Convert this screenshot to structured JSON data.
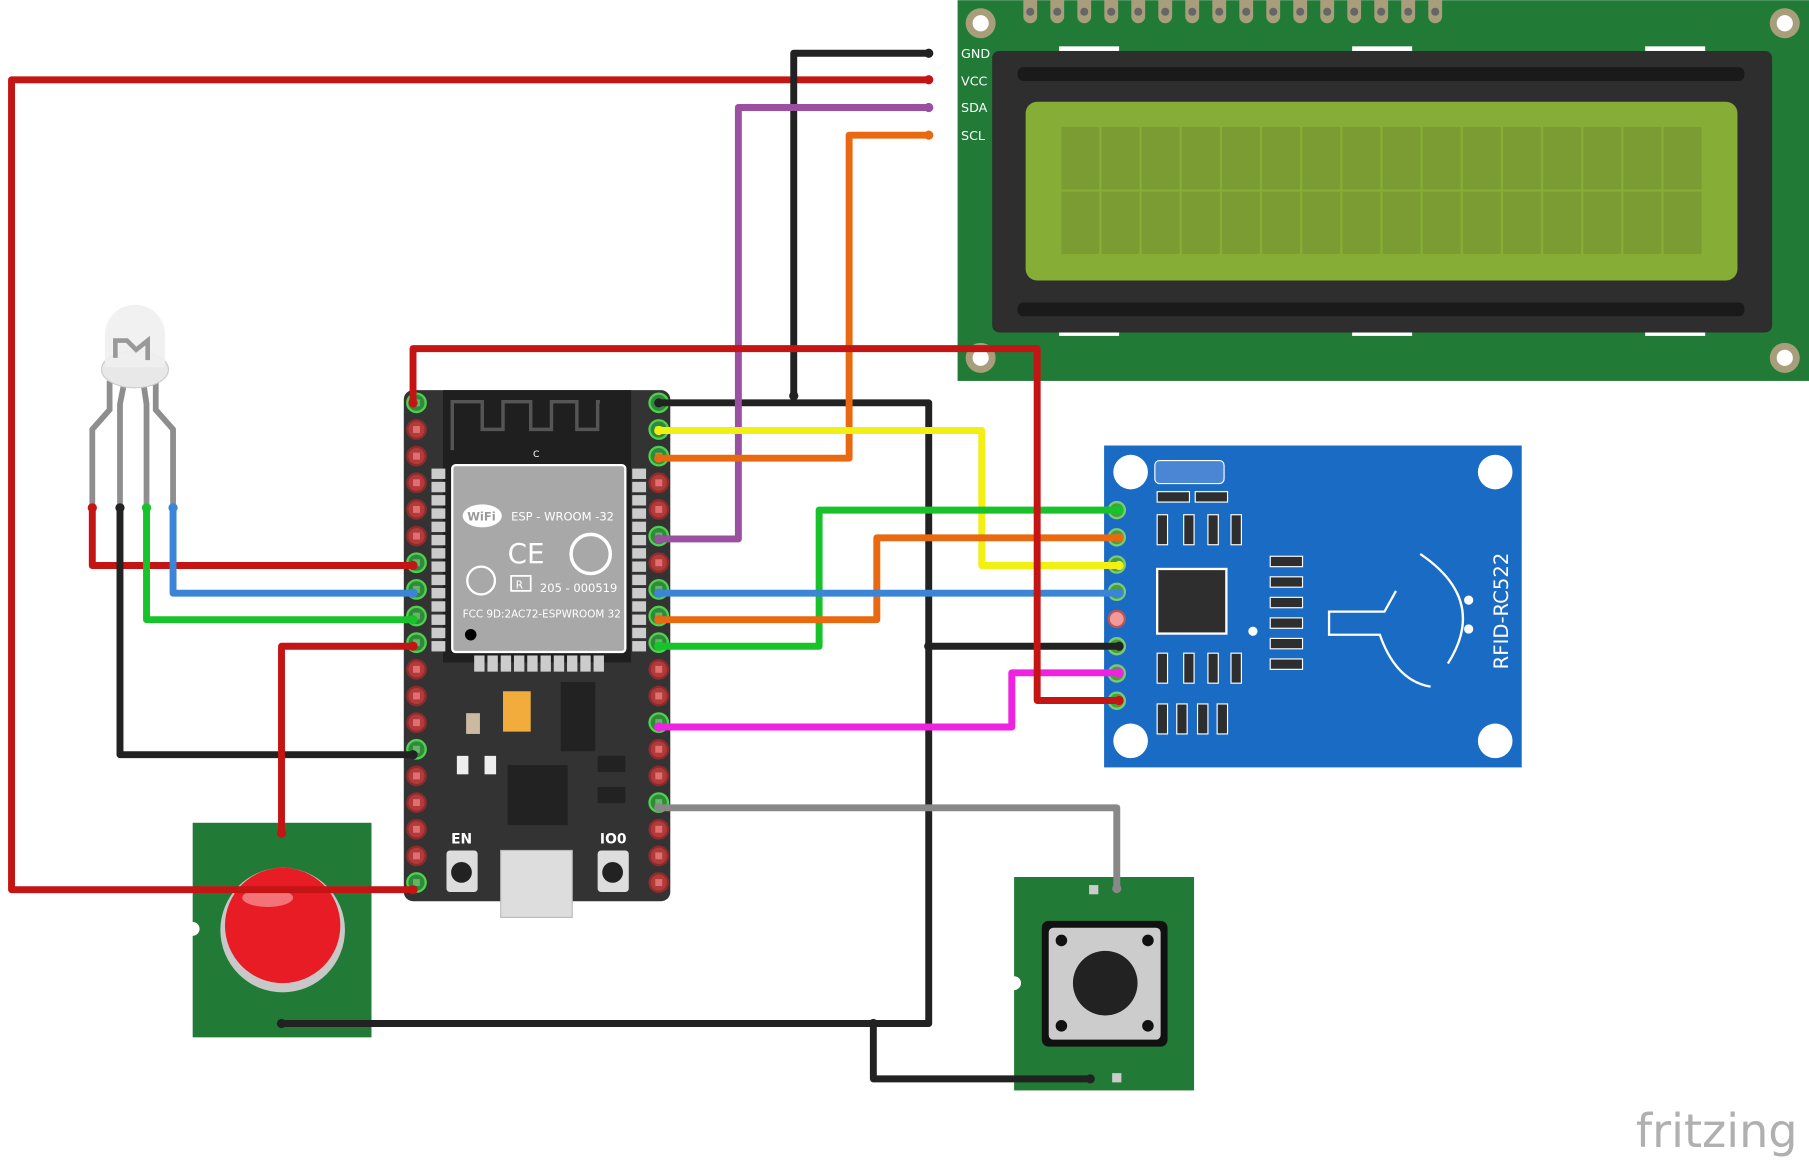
{
  "lcd": {
    "pins": [
      "GND",
      "VCC",
      "SDA",
      "SCL"
    ]
  },
  "esp32": {
    "module": "ESP - WROOM -32",
    "wifi_logo": "WiFi",
    "cert": "205 - 000519",
    "fcc": "FCC 9D:2AC72-ESPWROOM 32",
    "antenna_mark": "C",
    "en_label": "EN",
    "io0_label": "IO0",
    "r_mark": "R"
  },
  "rfid": {
    "label": "RFID-RC522"
  },
  "watermark": "fritzing",
  "colors": {
    "lcd_board": "#217a36",
    "lcd_screen": "#86ad35",
    "esp_board": "#333333",
    "rfid_board": "#1a6bc4",
    "button_board": "#217a36",
    "button_cap": "#e81c24"
  }
}
